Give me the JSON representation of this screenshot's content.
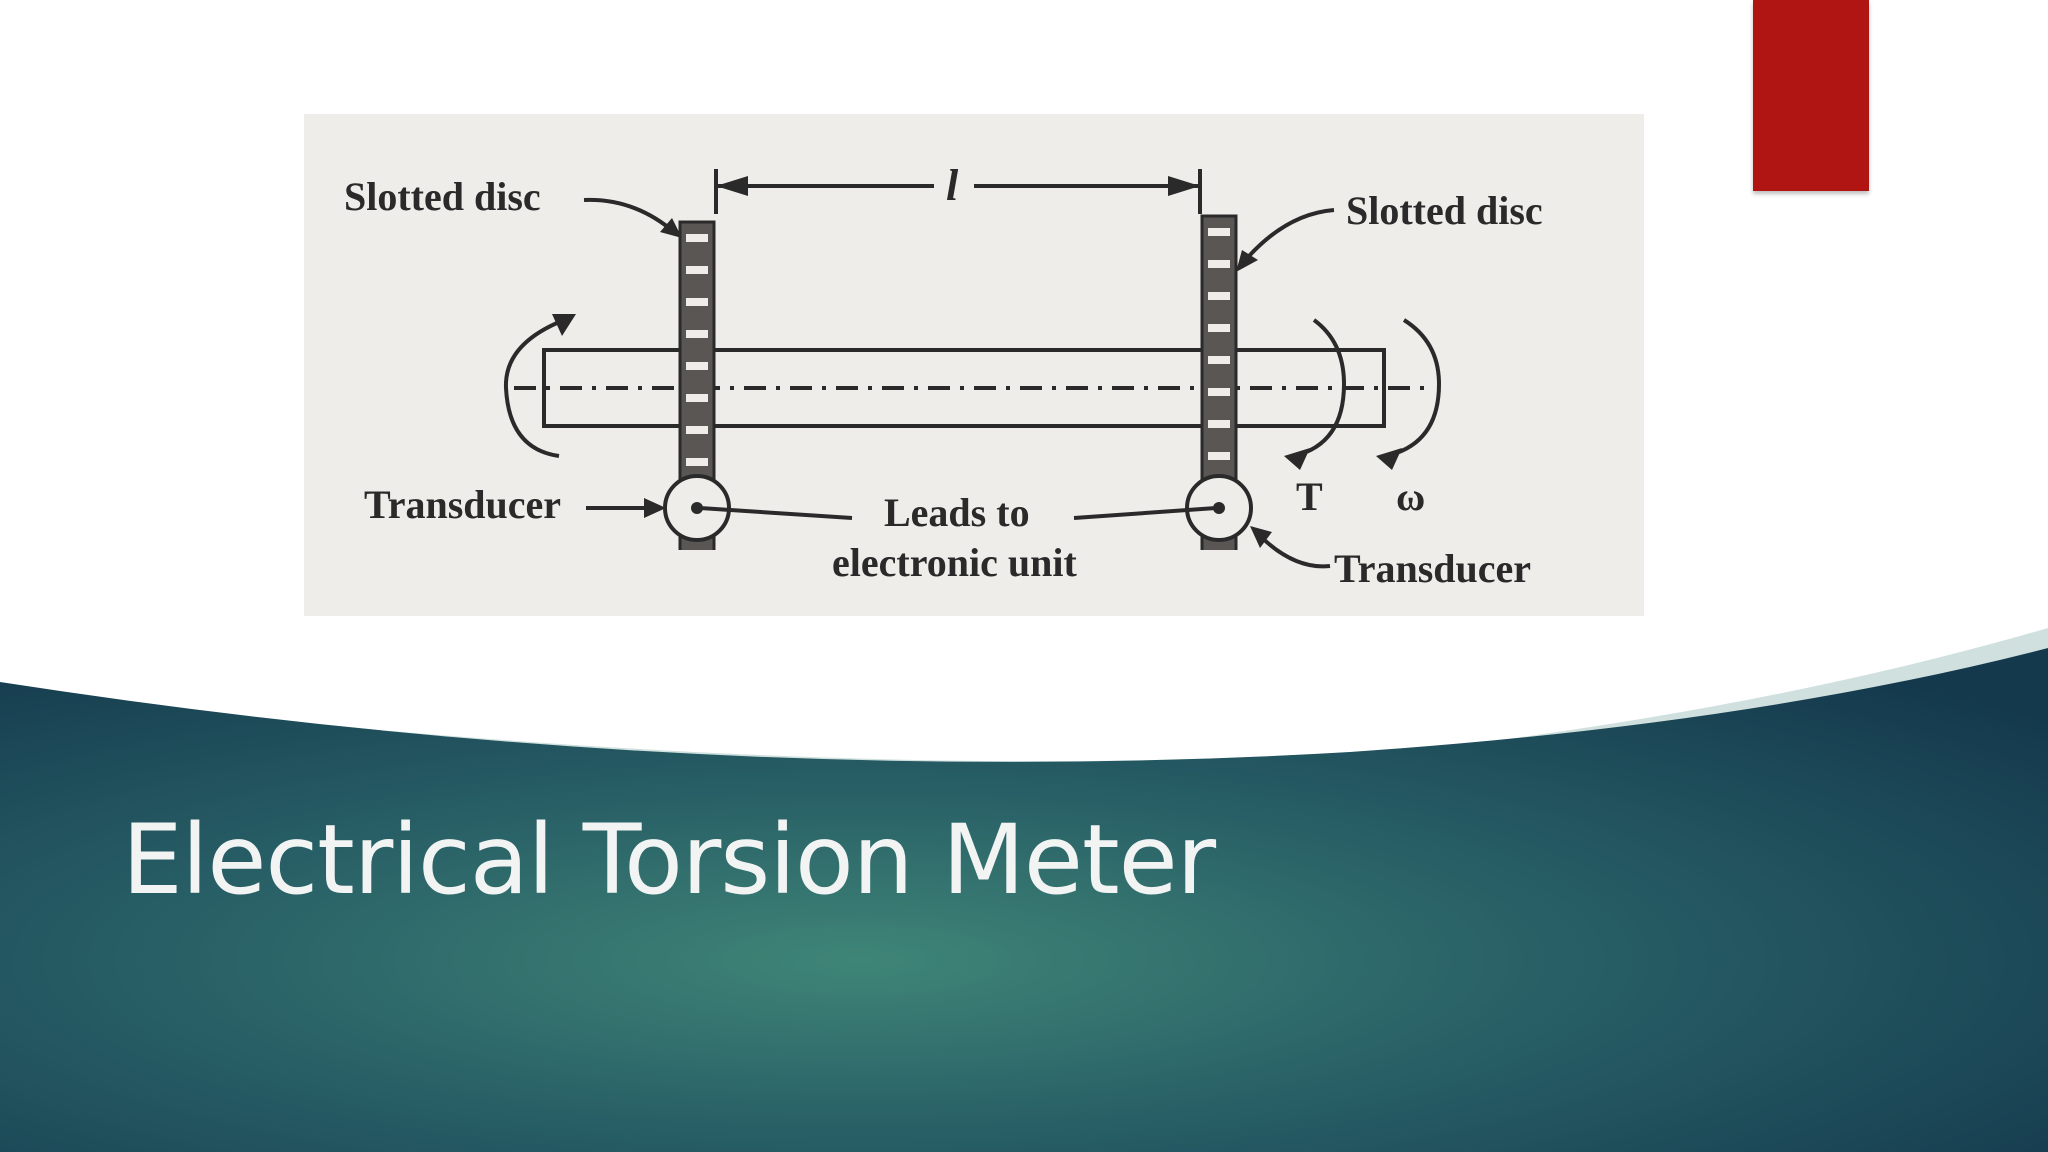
{
  "slide": {
    "title": "Electrical Torsion Meter",
    "colors": {
      "accent_bar": "#b01513",
      "band_dark": "#163f52",
      "band_light": "#3d8074",
      "title_text": "#f2f4f4"
    }
  },
  "figure": {
    "labels": {
      "slotted_disc_left": "Slotted disc",
      "slotted_disc_right": "Slotted disc",
      "length_symbol": "l",
      "transducer_left": "Transducer",
      "transducer_right": "Transducer",
      "leads_line1": "Leads to",
      "leads_line2": "electronic unit",
      "torque_symbol": "T",
      "omega_symbol": "ω"
    }
  }
}
